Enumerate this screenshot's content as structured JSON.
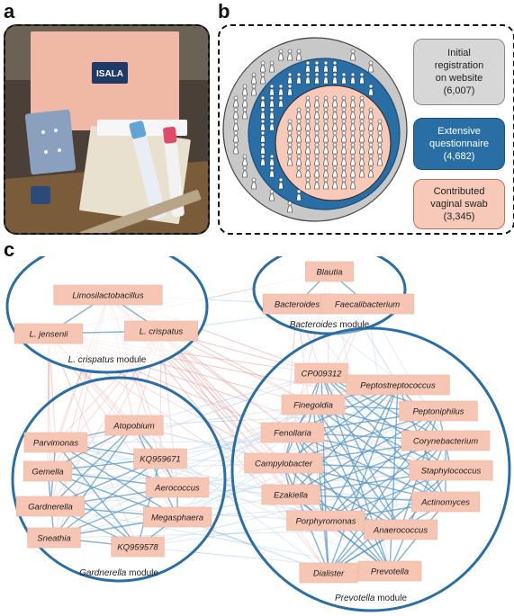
{
  "panels": {
    "a": "a",
    "b": "b",
    "c": "c"
  },
  "panel_a": {
    "logo_text": "ISALA"
  },
  "panel_b": {
    "legend": [
      {
        "line1": "Initial",
        "line2": "registration",
        "line3": "on website",
        "count": "(6,007)"
      },
      {
        "line1": "Extensive",
        "line2": "questionnaire",
        "count": "(4,682)"
      },
      {
        "line1": "Contributed",
        "line2": "vaginal swab",
        "count": "(3,345)"
      }
    ],
    "colors": {
      "gray": "#c8c8c8",
      "blue": "#2a6ea6",
      "pink": "#f7c9b8"
    }
  },
  "network": {
    "modules": [
      {
        "id": "crispatus",
        "italic": "L. crispatus",
        "rest": " module"
      },
      {
        "id": "bacteroides",
        "italic": "Bacteroides",
        "rest": " module"
      },
      {
        "id": "gardnerella",
        "italic": "Gardnerella",
        "rest": " module"
      },
      {
        "id": "prevotella",
        "italic": "Prevotella",
        "rest": " module"
      }
    ],
    "nodes": {
      "limosilactobacillus": "Limosilactobacillus",
      "l_jensenii": "L. jensenii",
      "l_crispatus": "L. crispatus",
      "blautia": "Blautia",
      "bacteroides": "Bacteroides",
      "faecalibacterium": "Faecalibacterium",
      "atopobium": "Atopobium",
      "parvimonas": "Parvimonas",
      "kq959671": "KQ959671",
      "gemella": "Gemella",
      "aerococcus": "Aerococcus",
      "gardnerella": "Gardnerella",
      "megasphaera": "Megasphaera",
      "sneathia": "Sneathia",
      "kq959578": "KQ959578",
      "cp009312": "CP009312",
      "peptostreptococcus": "Peptostreptococcus",
      "finegoldia": "Finegoldia",
      "peptoniphilus": "Peptoniphilus",
      "fenollaria": "Fenollaria",
      "corynebacterium": "Corynebacterium",
      "campylobacter": "Campylobacter",
      "staphylococcus": "Staphylococcus",
      "ezakiella": "Ezakiella",
      "actinomyces": "Actinomyces",
      "porphyromonas": "Porphyromonas",
      "anaerococcus": "Anaerococcus",
      "dialister": "Dialister",
      "prevotella": "Prevotella"
    },
    "colors": {
      "module_ring": "#2b6ea5",
      "node_fill": "#f7c5b3",
      "positive_edge": "#5b98c6",
      "negative_edge": "#e8a3a3"
    }
  }
}
